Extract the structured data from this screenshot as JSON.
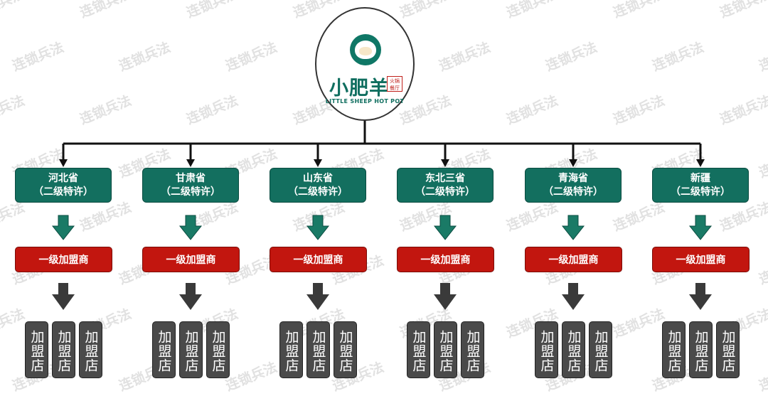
{
  "logo": {
    "name": "小肥羊",
    "sub": "火锅餐厅",
    "english": "LITTLE SHEEP HOT POT"
  },
  "watermark": "连锁兵法",
  "branches": [
    {
      "province": "河北省",
      "level": "（二级特许）",
      "franchisee": "一级加盟商",
      "stores": [
        "加盟店",
        "加盟店",
        "加盟店"
      ]
    },
    {
      "province": "甘肃省",
      "level": "（二级特许）",
      "franchisee": "一级加盟商",
      "stores": [
        "加盟店",
        "加盟店",
        "加盟店"
      ]
    },
    {
      "province": "山东省",
      "level": "（二级特许）",
      "franchisee": "一级加盟商",
      "stores": [
        "加盟店",
        "加盟店",
        "加盟店"
      ]
    },
    {
      "province": "东北三省",
      "level": "（二级特许）",
      "franchisee": "一级加盟商",
      "stores": [
        "加盟店",
        "加盟店",
        "加盟店"
      ]
    },
    {
      "province": "青海省",
      "level": "（二级特许）",
      "franchisee": "一级加盟商",
      "stores": [
        "加盟店",
        "加盟店",
        "加盟店"
      ]
    },
    {
      "province": "新疆",
      "level": "（二级特许）",
      "franchisee": "一级加盟商",
      "stores": [
        "加盟店",
        "加盟店",
        "加盟店"
      ]
    }
  ],
  "colors": {
    "province": "#136f5f",
    "franchisee": "#c2160f",
    "store": "#4a4a4a",
    "arrow_green": "#1a7a66",
    "arrow_dark": "#3a3a3a"
  }
}
